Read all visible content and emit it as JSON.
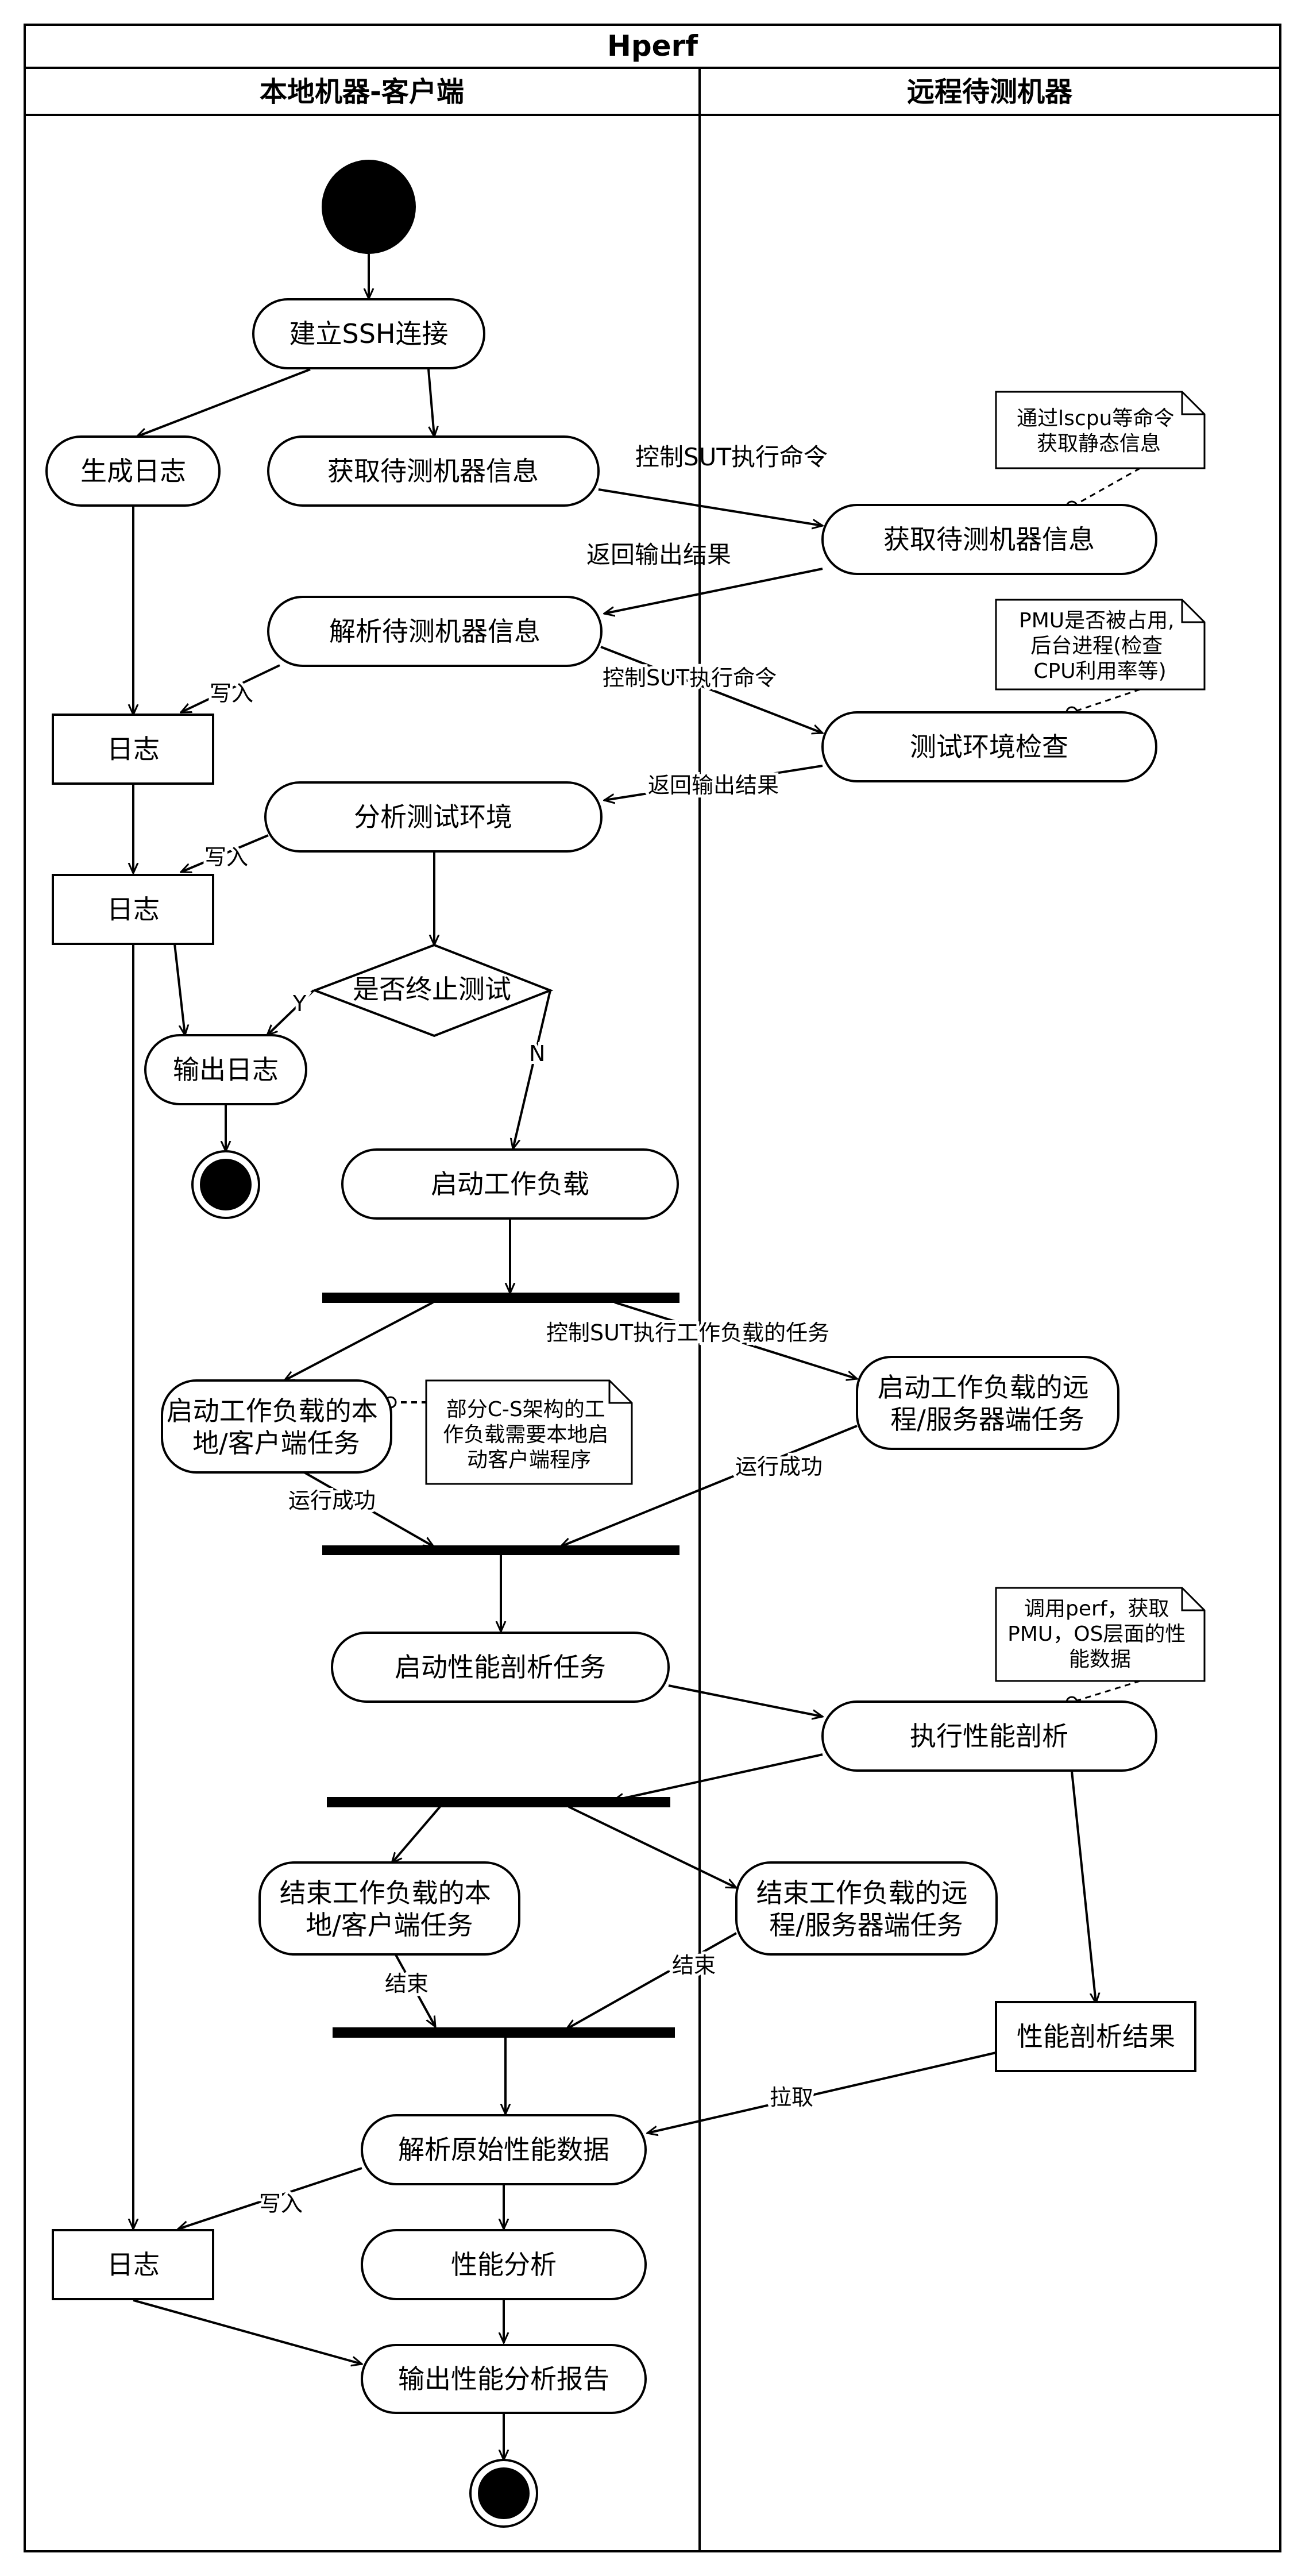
{
  "diagram": {
    "title": "Hperf",
    "lanes": {
      "local": "本地机器-客户端",
      "remote": "远程待测机器"
    },
    "nodes": {
      "ssh": "建立SSH连接",
      "gen_log": "生成日志",
      "get_info_local": "获取待测机器信息",
      "get_info_remote": "获取待测机器信息",
      "parse_info": "解析待测机器信息",
      "log1": "日志",
      "env_check": "测试环境检查",
      "analyze_env": "分析测试环境",
      "log2": "日志",
      "terminate_q": "是否终止测试",
      "output_log": "输出日志",
      "start_workload": "启动工作负载",
      "start_local_task": [
        "启动工作负载的本",
        "地/客户端任务"
      ],
      "start_remote_task": [
        "启动工作负载的远",
        "程/服务器端任务"
      ],
      "start_profiling": "启动性能剖析任务",
      "exec_profiling": "执行性能剖析",
      "end_local_task": [
        "结束工作负载的本",
        "地/客户端任务"
      ],
      "end_remote_task": [
        "结束工作负载的远",
        "程/服务器端任务"
      ],
      "profiling_result": "性能剖析结果",
      "parse_raw": "解析原始性能数据",
      "log3": "日志",
      "perf_analysis": "性能分析",
      "output_report": "输出性能分析报告"
    },
    "notes": {
      "lscpu": [
        "通过lscpu等命令",
        "获取静态信息"
      ],
      "pmu": [
        "PMU是否被占用,",
        "后台进程(检查",
        "CPU利用率等)"
      ],
      "cs": [
        "部分C-S架构的工",
        "作负载需要本地启",
        "动客户端程序"
      ],
      "perf": [
        "调用perf，获取",
        "PMU，OS层面的性",
        "能数据"
      ]
    },
    "edges": {
      "ctrl1": "控制SUT执行命令",
      "ret1": "返回输出结果",
      "write1": "写入",
      "ctrl2": "控制SUT执行命令",
      "ret2": "返回输出结果",
      "write2": "写入",
      "yes": "Y",
      "no": "N",
      "ctrl3": "控制SUT执行工作负载的任务",
      "run_ok_local": "运行成功",
      "run_ok_remote": "运行成功",
      "end_local": "结束",
      "end_remote": "结束",
      "pull": "拉取",
      "write3": "写入"
    }
  }
}
